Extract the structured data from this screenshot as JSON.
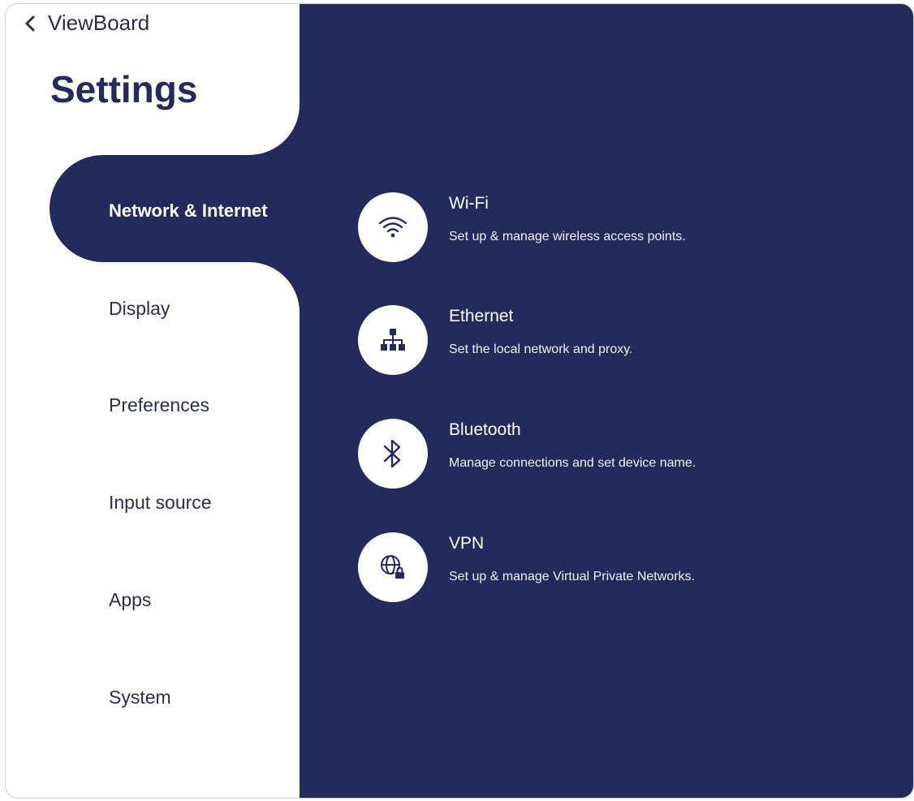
{
  "header": {
    "back_label": "ViewBoard",
    "title": "Settings"
  },
  "sidebar": {
    "items": [
      {
        "label": "Network & Internet",
        "active": true
      },
      {
        "label": "Display",
        "active": false
      },
      {
        "label": "Preferences",
        "active": false
      },
      {
        "label": "Input source",
        "active": false
      },
      {
        "label": "Apps",
        "active": false
      },
      {
        "label": "System",
        "active": false
      }
    ]
  },
  "main": {
    "options": [
      {
        "icon": "wifi-icon",
        "name": "Wi-Fi",
        "description": "Set up & manage wireless access points."
      },
      {
        "icon": "ethernet-icon",
        "name": "Ethernet",
        "description": "Set the local network and proxy."
      },
      {
        "icon": "bluetooth-icon",
        "name": "Bluetooth",
        "description": "Manage connections and set device name."
      },
      {
        "icon": "vpn-globe-lock-icon",
        "name": "VPN",
        "description": "Set up & manage Virtual Private Networks."
      }
    ]
  },
  "colors": {
    "panel": "#232a5c",
    "title": "#232a5c",
    "text": "#2b2f45",
    "on_panel": "#ffffff"
  }
}
